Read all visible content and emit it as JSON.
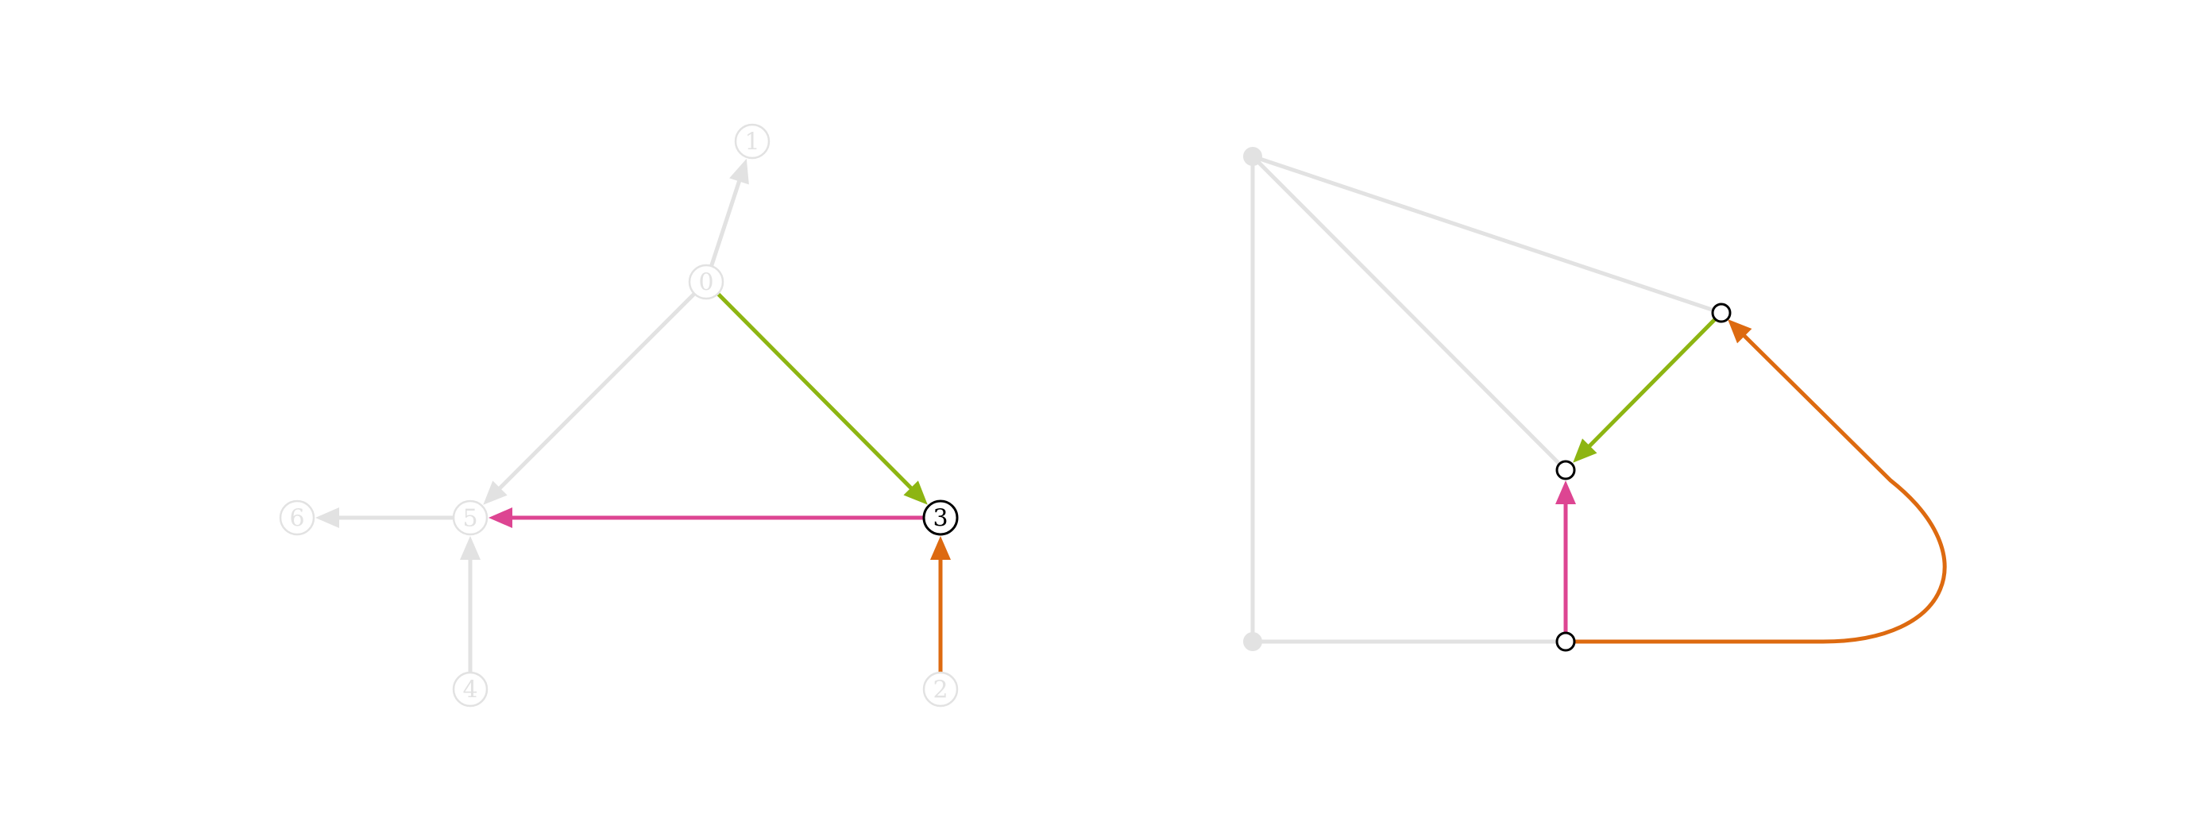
{
  "colors": {
    "faded": "#e2e2e2",
    "highlight_node": "#000000",
    "green": "#8db512",
    "pink": "#dd4592",
    "orange": "#dd6a10",
    "background": "#ffffff"
  },
  "left_graph": {
    "nodes": [
      {
        "id": "0",
        "label": "0",
        "highlighted": false
      },
      {
        "id": "1",
        "label": "1",
        "highlighted": false
      },
      {
        "id": "2",
        "label": "2",
        "highlighted": false
      },
      {
        "id": "3",
        "label": "3",
        "highlighted": true
      },
      {
        "id": "4",
        "label": "4",
        "highlighted": false
      },
      {
        "id": "5",
        "label": "5",
        "highlighted": false
      },
      {
        "id": "6",
        "label": "6",
        "highlighted": false
      }
    ],
    "edges": [
      {
        "from": "0",
        "to": "1",
        "color": "faded"
      },
      {
        "from": "0",
        "to": "5",
        "color": "faded"
      },
      {
        "from": "0",
        "to": "3",
        "color": "green"
      },
      {
        "from": "3",
        "to": "5",
        "color": "pink"
      },
      {
        "from": "2",
        "to": "3",
        "color": "orange"
      },
      {
        "from": "5",
        "to": "6",
        "color": "faded"
      },
      {
        "from": "4",
        "to": "5",
        "color": "faded"
      }
    ]
  },
  "right_graph": {
    "vertices": [
      {
        "id": "tl",
        "style": "faded"
      },
      {
        "id": "bl",
        "style": "faded"
      },
      {
        "id": "r",
        "style": "open"
      },
      {
        "id": "m",
        "style": "open"
      },
      {
        "id": "b",
        "style": "open"
      }
    ],
    "edges": [
      {
        "from": "tl",
        "to": "bl",
        "color": "faded",
        "arrow": false
      },
      {
        "from": "tl",
        "to": "r",
        "color": "faded",
        "arrow": false
      },
      {
        "from": "tl",
        "to": "m",
        "color": "faded",
        "arrow": false
      },
      {
        "from": "bl",
        "to": "b",
        "color": "faded",
        "arrow": false
      },
      {
        "from": "r",
        "to": "m",
        "color": "green",
        "arrow": true
      },
      {
        "from": "b",
        "to": "m",
        "color": "pink",
        "arrow": true
      },
      {
        "from": "b",
        "to": "r",
        "color": "orange",
        "arrow": true,
        "curved": true
      }
    ]
  }
}
